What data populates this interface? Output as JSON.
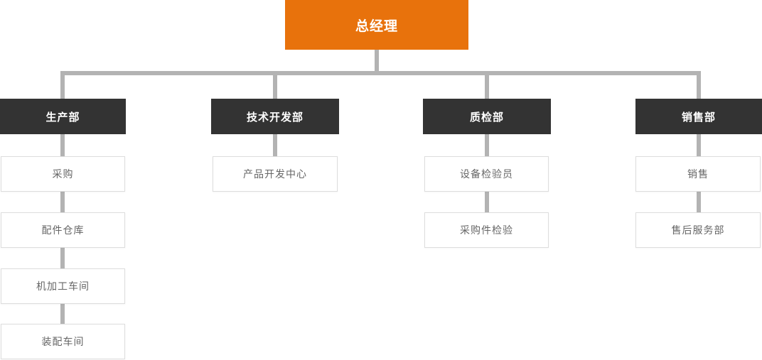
{
  "chart": {
    "type": "org-chart",
    "root": {
      "label": "总经理"
    },
    "departments": [
      {
        "label": "生产部",
        "children": [
          {
            "label": "采购"
          },
          {
            "label": "配件仓库"
          },
          {
            "label": "机加工车间"
          },
          {
            "label": "装配车间"
          }
        ]
      },
      {
        "label": "技术开发部",
        "children": [
          {
            "label": "产品开发中心"
          }
        ]
      },
      {
        "label": "质检部",
        "children": [
          {
            "label": "设备检验员"
          },
          {
            "label": "采购件检验"
          }
        ]
      },
      {
        "label": "销售部",
        "children": [
          {
            "label": "销售"
          },
          {
            "label": "售后服务部"
          }
        ]
      }
    ]
  },
  "colors": {
    "accent_orange": "#E8720C",
    "dark_node": "#333333",
    "connector_gray": "#B3B3B3",
    "leaf_border": "#DDDDDD",
    "leaf_text": "#666666"
  }
}
